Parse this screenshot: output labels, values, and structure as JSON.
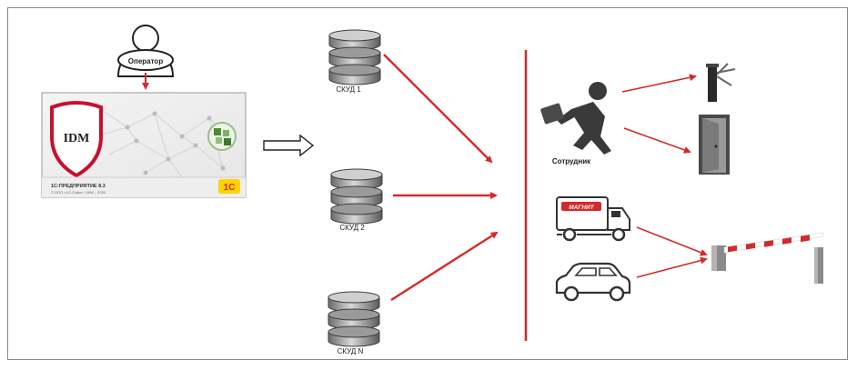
{
  "operator": {
    "label": "Оператор"
  },
  "app": {
    "shield_text": "IDM",
    "product_name": "1С:ПРЕДПРИЯТИЕ 8.3",
    "copyright": "© ООО «1С-Софт», 1996 – 2020",
    "logo_text": "1С"
  },
  "skud": [
    {
      "label": "СКУД 1"
    },
    {
      "label": "СКУД 2"
    },
    {
      "label": "СКУД N"
    }
  ],
  "employee": {
    "label": "Сотрудник"
  },
  "truck": {
    "brand": "МАГНИТ"
  },
  "colors": {
    "accent_red": "#d42a2a",
    "db_dark": "#5a5a5a",
    "db_light": "#bdbdbd",
    "icon_dark": "#333333",
    "shield_red": "#c8102e"
  }
}
